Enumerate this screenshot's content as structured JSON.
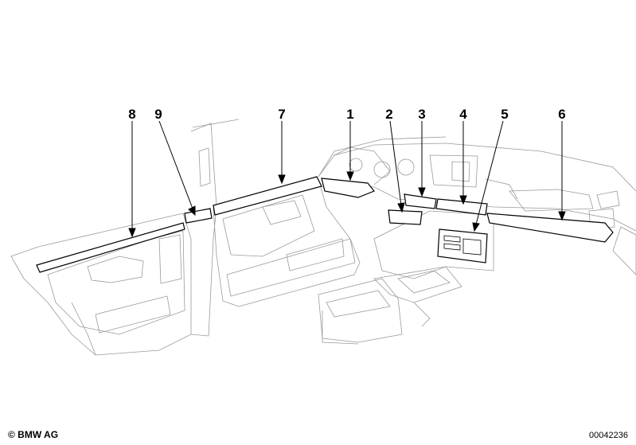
{
  "callouts": [
    {
      "id": "1",
      "label": "1"
    },
    {
      "id": "2",
      "label": "2"
    },
    {
      "id": "3",
      "label": "3"
    },
    {
      "id": "4",
      "label": "4"
    },
    {
      "id": "5",
      "label": "5"
    },
    {
      "id": "6",
      "label": "6"
    },
    {
      "id": "7",
      "label": "7"
    },
    {
      "id": "8",
      "label": "8"
    },
    {
      "id": "9",
      "label": "9"
    }
  ],
  "footer": {
    "copyright": "© BMW AG",
    "image_number": "00042236"
  },
  "colors": {
    "line": "#000000",
    "sketch": "#9a9a9a",
    "background": "#ffffff"
  }
}
